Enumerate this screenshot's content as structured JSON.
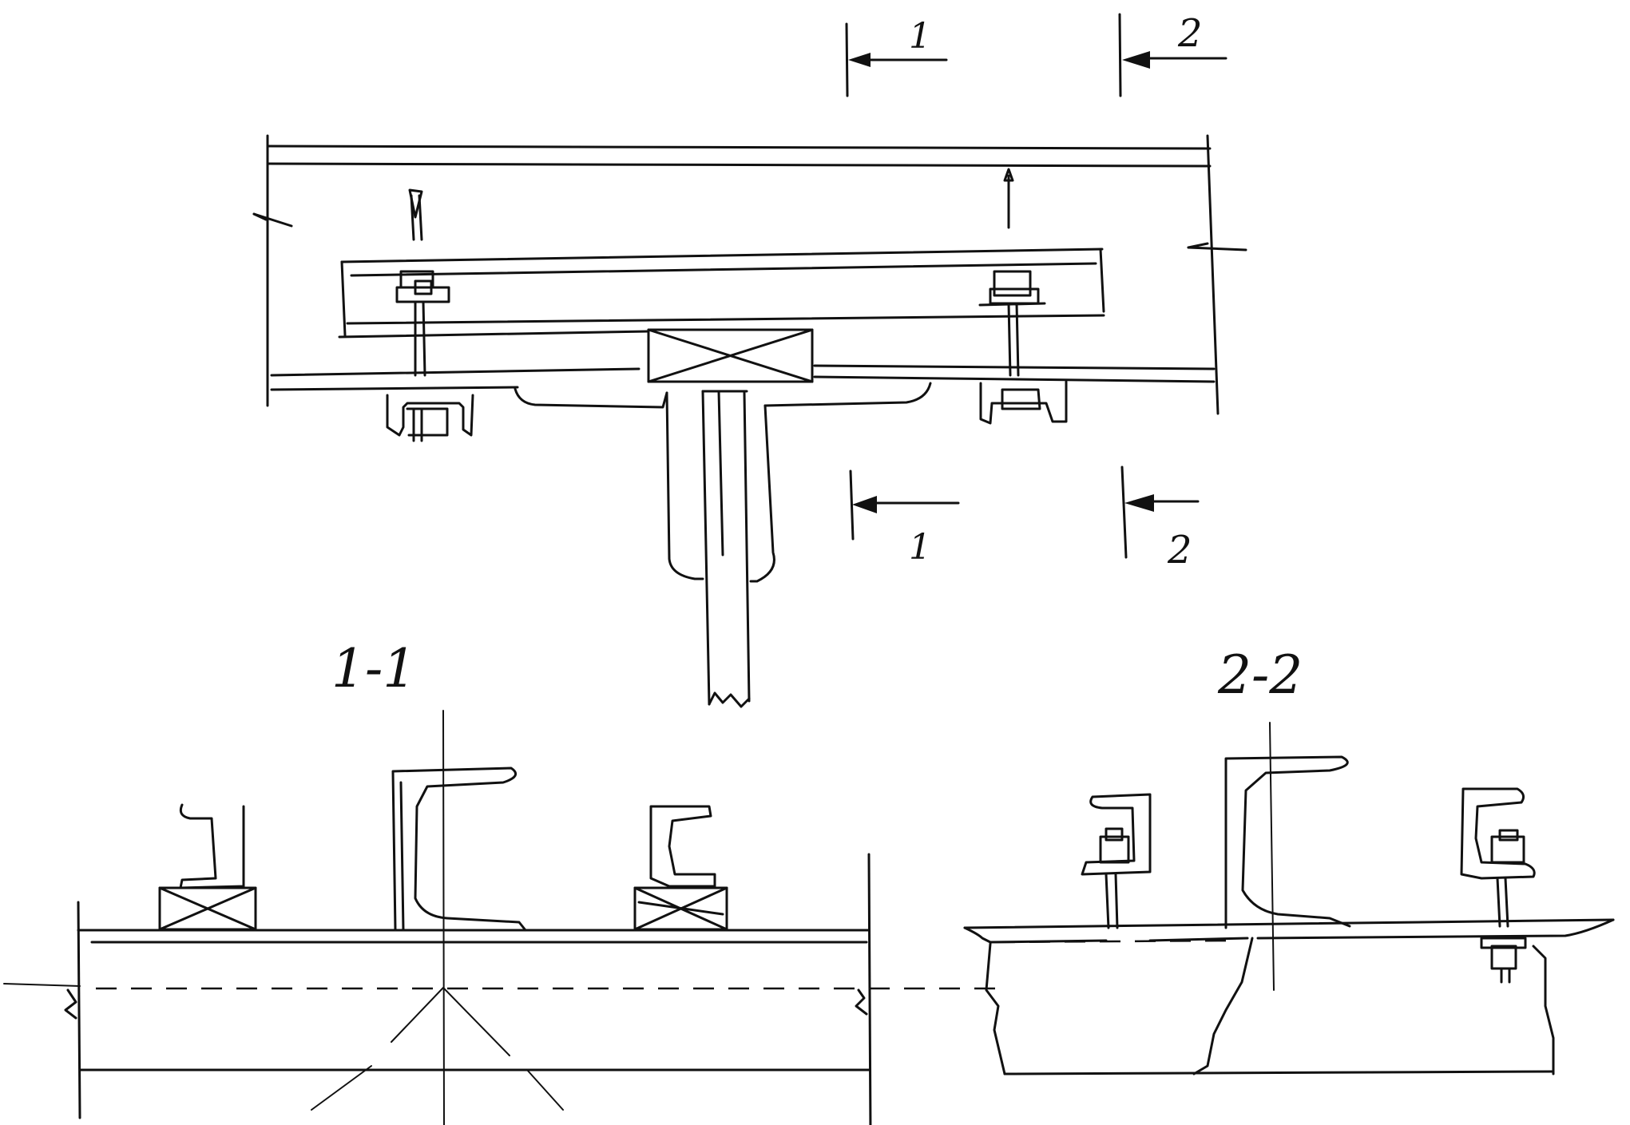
{
  "labels": {
    "cut_1_top": "1",
    "cut_2_top": "2",
    "cut_1_bottom": "1",
    "cut_2_bottom": "2",
    "section_1_title": "1-1",
    "section_2_title": "2-2"
  }
}
